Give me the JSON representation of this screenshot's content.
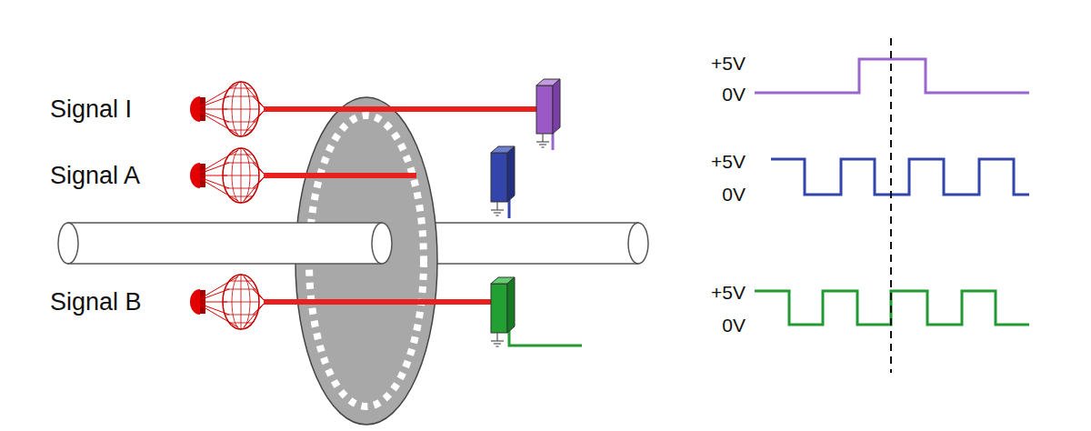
{
  "diagram": {
    "labels": [
      "Signal I",
      "Signal A",
      "Signal B",
      "+5V",
      "0V",
      "+5V",
      "0V",
      "+5V",
      "0V"
    ]
  }
}
